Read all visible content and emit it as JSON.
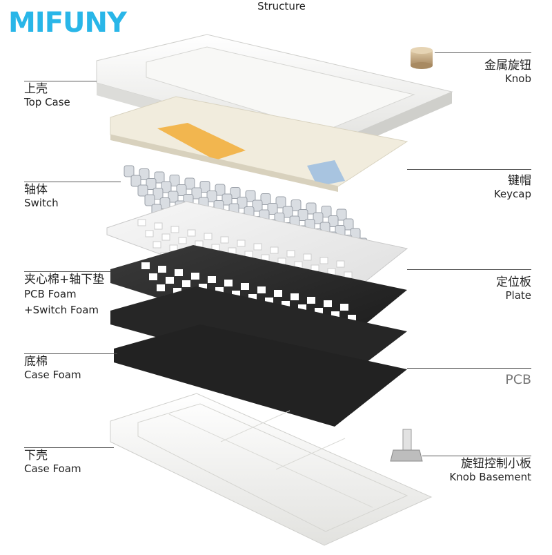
{
  "brand": "MIFUNY",
  "title": "Structure",
  "labels": {
    "top_case": {
      "zh": "上壳",
      "en": "Top Case"
    },
    "switch": {
      "zh": "轴体",
      "en": "Switch"
    },
    "pcb_foam": {
      "zh": "夹心棉+轴下垫",
      "en1": "PCB Foam",
      "en2": "+Switch Foam"
    },
    "case_foam": {
      "zh": "底棉",
      "en": "Case Foam"
    },
    "bottom_case": {
      "zh": "下壳",
      "en": "Case Foam"
    },
    "knob": {
      "zh": "金属旋钮",
      "en": "Knob"
    },
    "keycap": {
      "zh": "键帽",
      "en": "Keycap"
    },
    "plate": {
      "zh": "定位板",
      "en": "Plate"
    },
    "pcb": {
      "en": "PCB"
    },
    "knob_basement": {
      "zh": "旋钮控制小板",
      "en": "Knob Basement"
    }
  },
  "colors": {
    "brand": "#29b6e8",
    "case": "#f4f4f2",
    "keycap_cream": "#f1ecdd",
    "keycap_orange": "#f2b64f",
    "keycap_blue": "#a8c4e0",
    "foam_dark": "#2a2a2a",
    "knob": "#c9b08c"
  }
}
